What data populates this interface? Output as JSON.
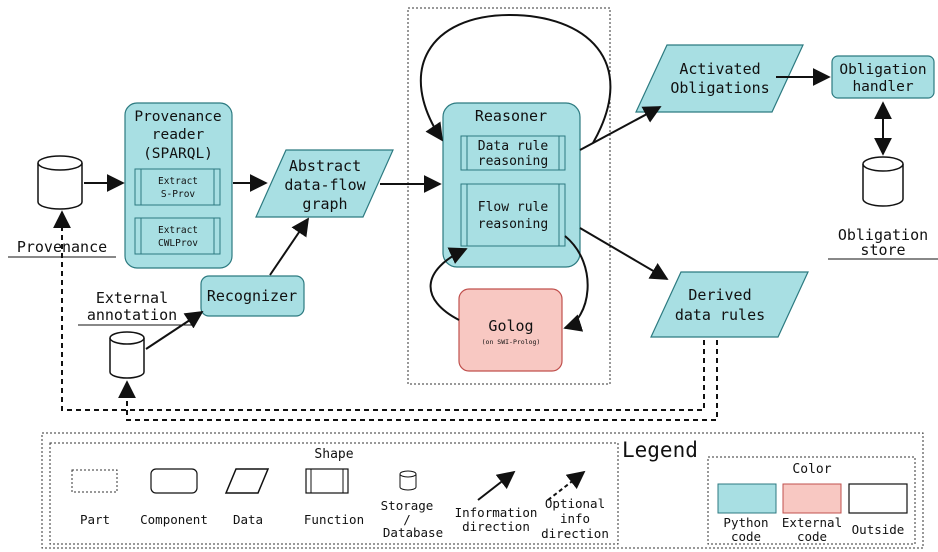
{
  "colors": {
    "python": "#a8dfe3",
    "python_stroke": "#2c7a80",
    "external": "#f8c8c2",
    "external_stroke": "#c0504d",
    "outside": "#ffffff",
    "line": "#111111"
  },
  "nodes": {
    "provenance_db_label": "Provenance",
    "provenance_reader": [
      "Provenance",
      "reader",
      "(SPARQL)"
    ],
    "extract_sprov": [
      "Extract",
      "S-Prov"
    ],
    "extract_cwlprov": [
      "Extract",
      "CWLProv"
    ],
    "abstract_graph": [
      "Abstract",
      "data-flow",
      "graph"
    ],
    "recognizer": "Recognizer",
    "external_annotation": [
      "External",
      "annotation"
    ],
    "reasoner": "Reasoner",
    "data_rule_reasoning": [
      "Data rule",
      "reasoning"
    ],
    "flow_rule_reasoning": [
      "Flow rule",
      "reasoning"
    ],
    "golog": "Golog",
    "golog_sub": "(on SWI-Prolog)",
    "activated_obligations": [
      "Activated",
      "Obligations"
    ],
    "obligation_handler": [
      "Obligation",
      "handler"
    ],
    "obligation_store": [
      "Obligation",
      "store"
    ],
    "derived_rules": [
      "Derived",
      "data rules"
    ]
  },
  "legend": {
    "title": "Legend",
    "shape_title": "Shape",
    "part": "Part",
    "component": "Component",
    "data": "Data",
    "function": "Function",
    "storage": [
      "Storage",
      "/",
      "Database"
    ],
    "info_direction": [
      "Information",
      "direction"
    ],
    "optional_direction": [
      "Optional",
      "info",
      "direction"
    ],
    "color_title": "Color",
    "python": [
      "Python",
      "code"
    ],
    "external": [
      "External",
      "code"
    ],
    "outside": "Outside"
  }
}
